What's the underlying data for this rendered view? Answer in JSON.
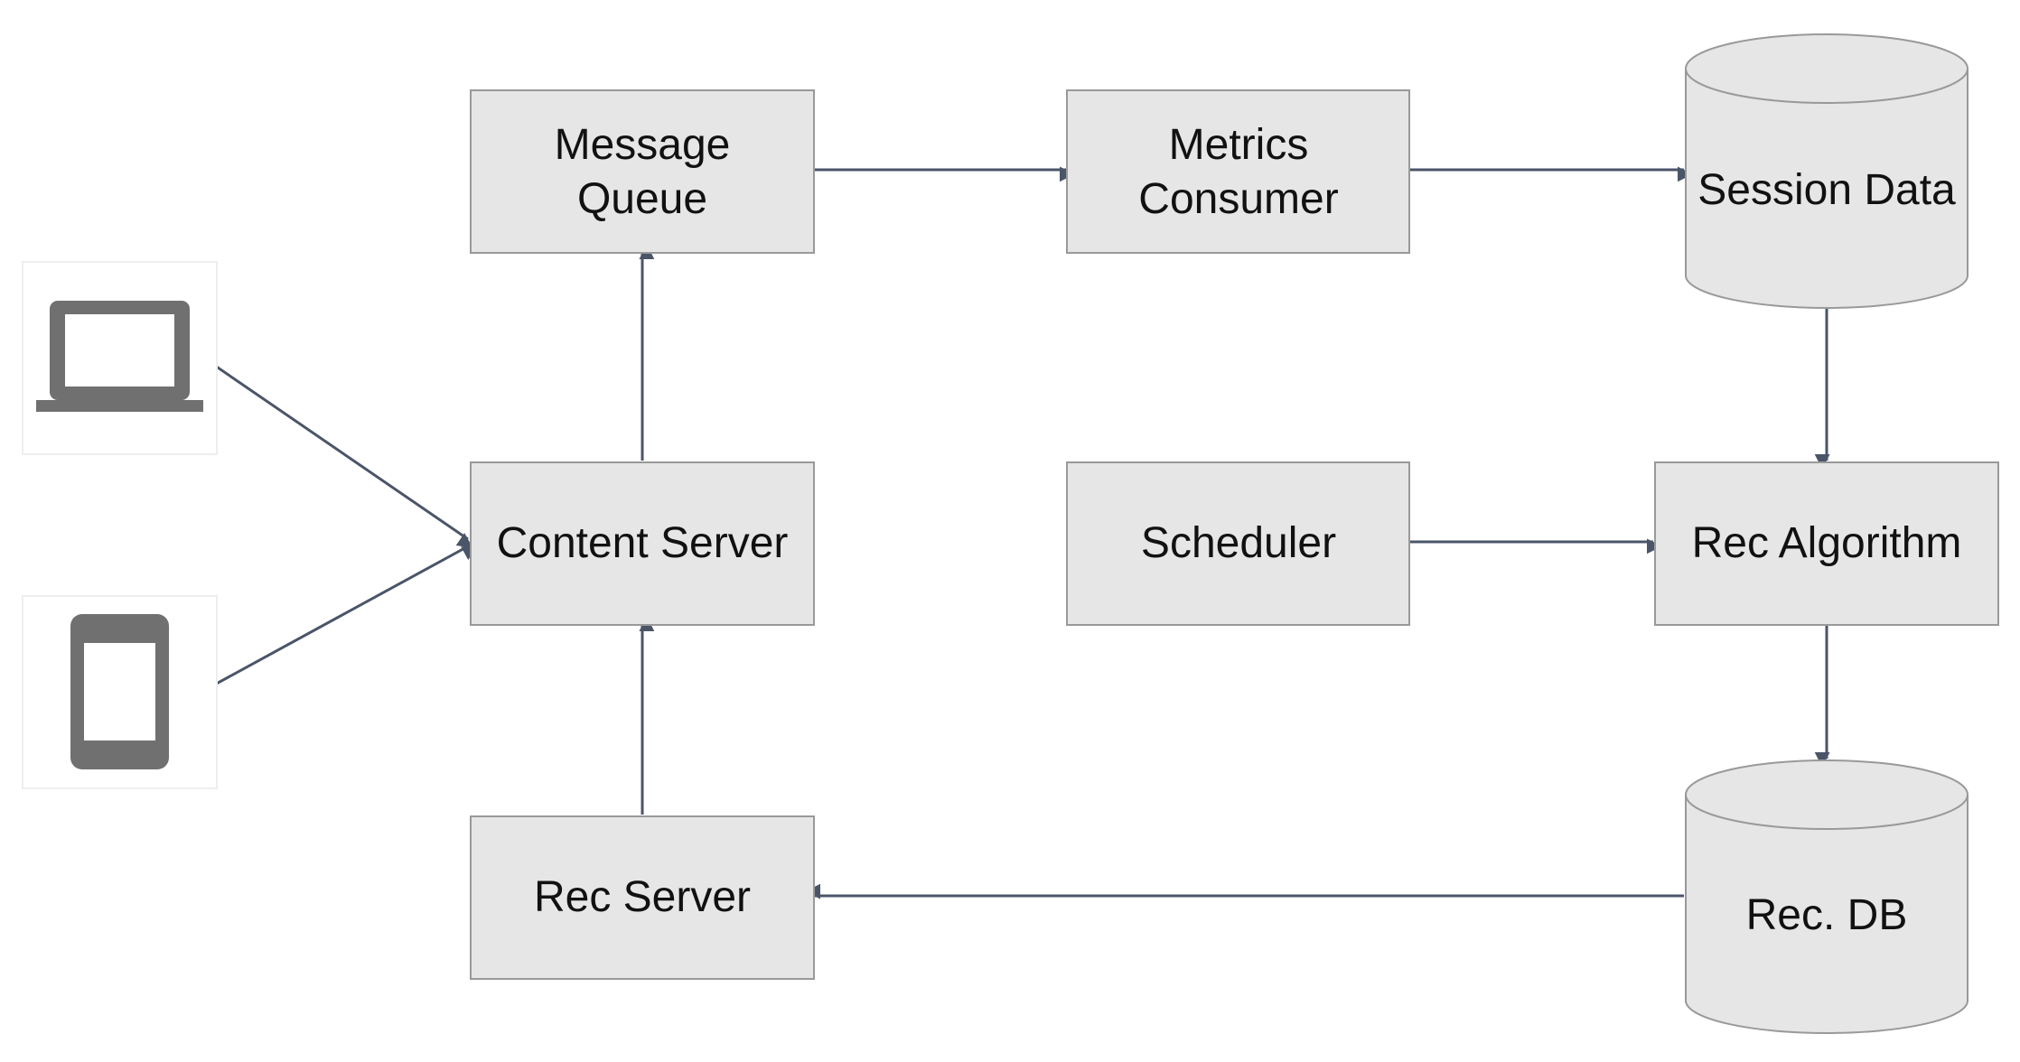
{
  "diagram": {
    "colors": {
      "box_fill": "#e6e6e6",
      "box_stroke": "#999999",
      "arrow": "#4a5568",
      "icon": "#707070",
      "icon_card_stroke": "#eeeeee",
      "text": "#111111"
    },
    "devices": [
      {
        "id": "laptop",
        "icon": "laptop-icon"
      },
      {
        "id": "phone",
        "icon": "smartphone-icon"
      }
    ],
    "nodes": {
      "message_queue": {
        "label_line1": "Message",
        "label_line2": "Queue",
        "shape": "box"
      },
      "metrics_consumer": {
        "label_line1": "Metrics",
        "label_line2": "Consumer",
        "shape": "box"
      },
      "session_data": {
        "label": "Session Data",
        "shape": "database"
      },
      "content_server": {
        "label": "Content Server",
        "shape": "box"
      },
      "scheduler": {
        "label": "Scheduler",
        "shape": "box"
      },
      "rec_algorithm": {
        "label": "Rec Algorithm",
        "shape": "box"
      },
      "rec_server": {
        "label": "Rec Server",
        "shape": "box"
      },
      "rec_db": {
        "label": "Rec. DB",
        "shape": "database"
      }
    },
    "edges": [
      {
        "from": "laptop",
        "to": "content_server"
      },
      {
        "from": "phone",
        "to": "content_server"
      },
      {
        "from": "content_server",
        "to": "message_queue"
      },
      {
        "from": "message_queue",
        "to": "metrics_consumer"
      },
      {
        "from": "metrics_consumer",
        "to": "session_data"
      },
      {
        "from": "session_data",
        "to": "rec_algorithm"
      },
      {
        "from": "scheduler",
        "to": "rec_algorithm"
      },
      {
        "from": "rec_algorithm",
        "to": "rec_db"
      },
      {
        "from": "rec_db",
        "to": "rec_server"
      },
      {
        "from": "rec_server",
        "to": "content_server"
      }
    ]
  }
}
